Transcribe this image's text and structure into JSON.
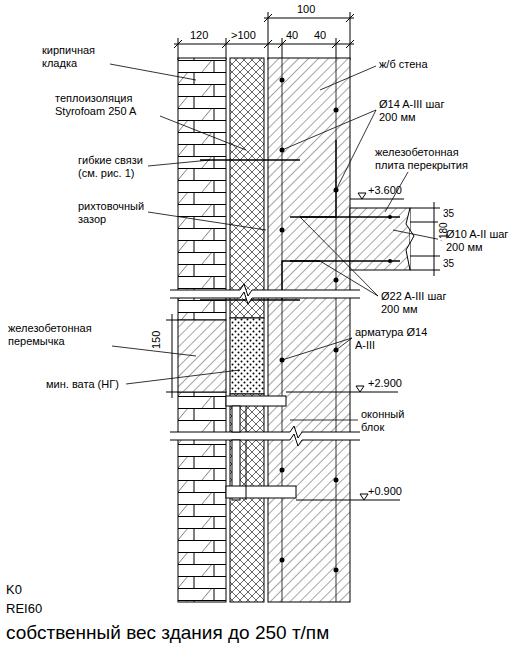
{
  "diagram": {
    "labels": [
      "100",
      "120",
      ">100",
      "40",
      "40",
      "кирпичная кладка",
      "теплоизоляция Styrofoam 250 A",
      "гибкие связи (см. рис. 1)",
      "рихтовочный зазор",
      "железобетонная перемычка",
      "150",
      "мин. вата (НГ)",
      "ж/б стена",
      "Ø14 A-III шаг 200 мм",
      "железобетонная плита перекрытия",
      "+3.600",
      "35",
      "180",
      "35",
      "Ø10 A-II шаг 200 мм",
      "Ø22 A-III шаг 200 мм",
      "арматура Ø14 A-III",
      "+2.900",
      "оконный блок",
      "+0.900",
      "K0",
      "REI60",
      "собственный вес здания до 250 т/пм"
    ]
  }
}
